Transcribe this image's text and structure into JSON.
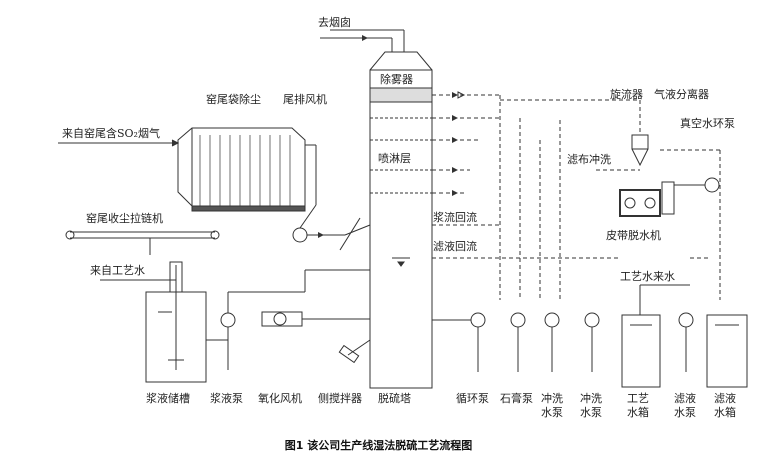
{
  "labels": {
    "to_stack": "去烟囱",
    "demister": "除雾器",
    "spray_layer": "喷淋层",
    "kiln_bag_dust": "窑尾袋除尘",
    "tail_fan": "尾排风机",
    "from_kiln_so2": "来自窑尾含SO₂烟气",
    "kiln_chain_conveyor": "窑尾收尘拉链机",
    "from_process_water": "来自工艺水",
    "cyclone": "旋流器",
    "gas_liquid_separator": "气液分离器",
    "vacuum_pump": "真空水环泵",
    "filter_cloth_flush": "滤布冲洗",
    "slurry_return": "浆流回流",
    "filtrate_return": "滤液回流",
    "belt_dewater": "皮带脱水机",
    "process_water_in": "工艺水来水",
    "slurry_tank": "浆液储槽",
    "slurry_pump": "浆液泵",
    "oxidation_fan": "氧化风机",
    "side_agitator": "侧搅拌器",
    "desulfurization_tower": "脱硫塔",
    "circulation_pump": "循环泵",
    "gypsum_pump": "石膏泵",
    "flush_pump_1a": "冲洗",
    "flush_pump_1b": "水泵",
    "flush_pump_2a": "冲洗",
    "flush_pump_2b": "水泵",
    "process_tank_a": "工艺",
    "process_tank_b": "水箱",
    "filtrate_pump_a": "滤液",
    "filtrate_pump_b": "水泵",
    "filtrate_tank_a": "滤液",
    "filtrate_tank_b": "水箱"
  },
  "caption": "图1 该公司生产线湿法脱硫工艺流程图"
}
